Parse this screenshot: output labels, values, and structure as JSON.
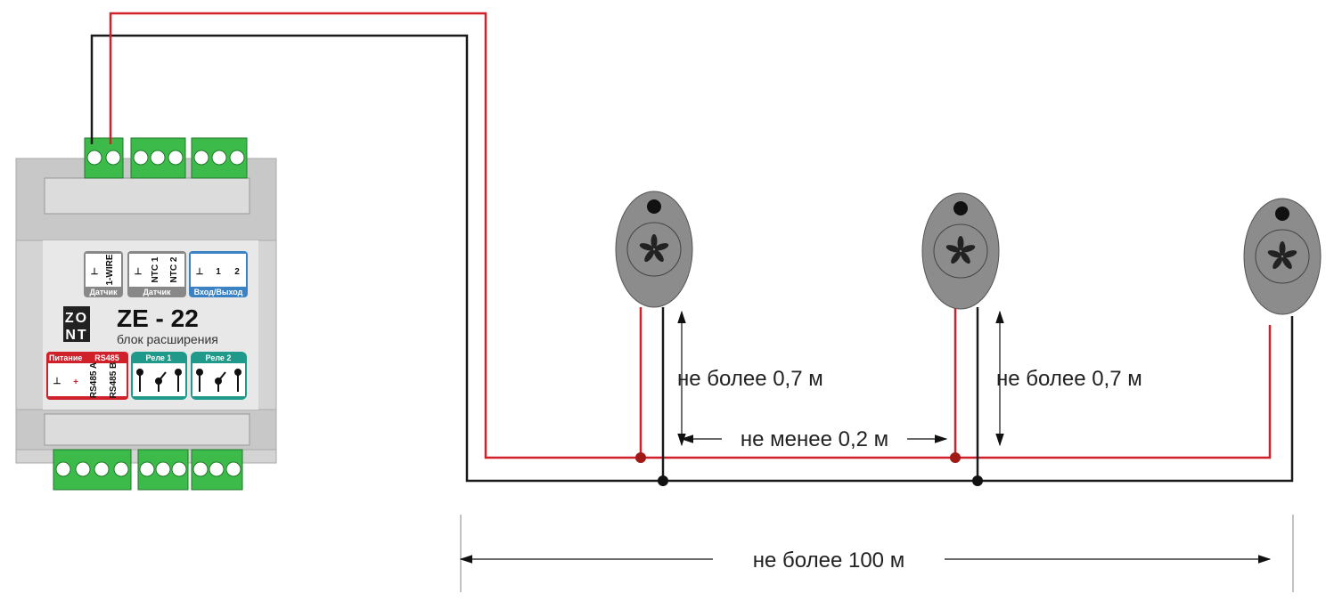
{
  "device": {
    "brand_top": "ZO",
    "brand_bottom": "NT",
    "model": "ZE - 22",
    "subtitle": "блок расширения",
    "groups": {
      "sensor1": {
        "caption": "Датчик",
        "terminals": [
          "⊥",
          "1-WIRE"
        ]
      },
      "sensor2": {
        "caption": "Датчик",
        "terminals": [
          "⊥",
          "NTC 1",
          "NTC 2"
        ]
      },
      "io": {
        "caption": "Вход/Выход",
        "terminals": [
          "⊥",
          "1",
          "2"
        ]
      },
      "power": {
        "caption": "Питание",
        "terminals": [
          "⊥",
          "+"
        ]
      },
      "rs485": {
        "caption": "RS485",
        "terminals": [
          "RS485 A",
          "RS485 B"
        ]
      },
      "relay1": {
        "caption": "Реле 1"
      },
      "relay2": {
        "caption": "Реле 2"
      }
    }
  },
  "dimensions": {
    "lead_max_1": "не более 0,7 м",
    "lead_max_2": "не более 0,7 м",
    "spacing_min": "не менее 0,2 м",
    "total_max": "не более 100 м"
  },
  "colors": {
    "red_wire": "#d0202a",
    "black_wire": "#1a1a1a",
    "terminal_green": "#3dbb4a",
    "sensor_gray": "#8c8c8c"
  }
}
